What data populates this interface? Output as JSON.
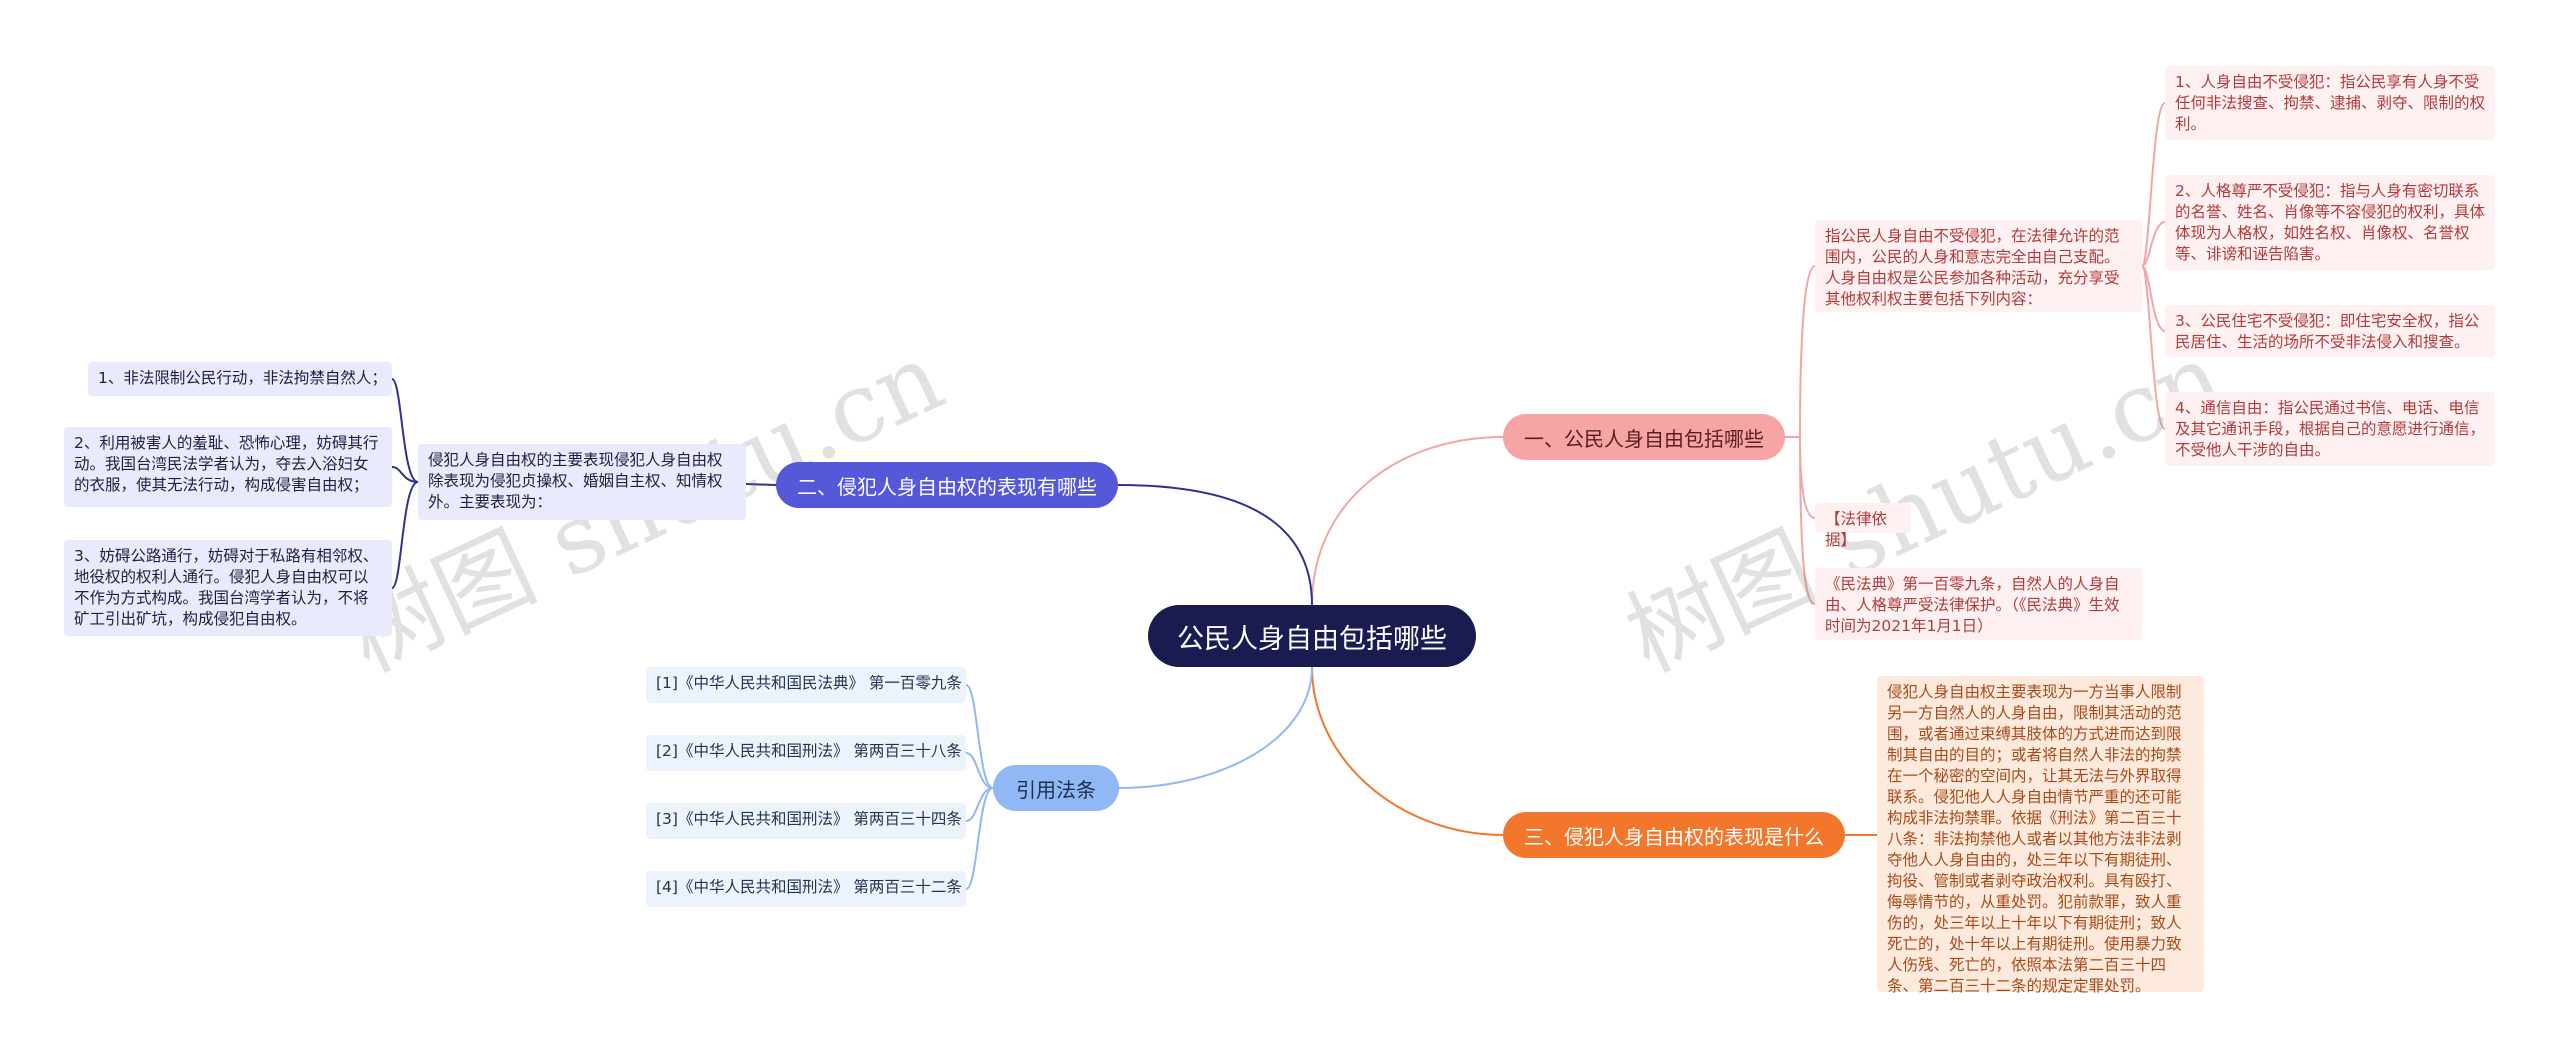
{
  "root": "公民人身自由包括哪些",
  "branches": {
    "b1": "一、公民人身自由包括哪些",
    "b2": "二、侵犯人身自由权的表现有哪些",
    "b3": "三、侵犯人身自由权的表现是什么",
    "b4": "引用法条"
  },
  "right": {
    "intro": "指公民人身自由不受侵犯，在法律允许的范围内，公民的人身和意志完全由自己支配。人身自由权是公民参加各种活动，充分享受其他权利权主要包括下列内容：",
    "items": [
      "1、人身自由不受侵犯：指公民享有人身不受任何非法搜查、拘禁、逮捕、剥夺、限制的权利。",
      "2、人格尊严不受侵犯：指与人身有密切联系的名誉、姓名、肖像等不容侵犯的权利，具体体现为人格权，如姓名权、肖像权、名誉权等、诽谤和诬告陷害。",
      "3、公民住宅不受侵犯：即住宅安全权，指公民居住、生活的场所不受非法侵入和搜查。",
      "4、通信自由：指公民通过书信、电话、电信及其它通讯手段，根据自己的意愿进行通信，不受他人干涉的自由。"
    ],
    "law_tag": "【法律依据】",
    "law_text": "《民法典》第一百零九条，自然人的人身自由、人格尊严受法律保护。（《民法典》生效时间为2021年1月1日）",
    "orange_text": "侵犯人身自由权主要表现为一方当事人限制另一方自然人的人身自由，限制其活动的范围，或者通过束缚其肢体的方式进而达到限制其自由的目的；或者将自然人非法的拘禁在一个秘密的空间内，让其无法与外界取得联系。侵犯他人人身自由情节严重的还可能构成非法拘禁罪。依据《刑法》第二百三十八条：非法拘禁他人或者以其他方法非法剥夺他人人身自由的，处三年以下有期徒刑、拘役、管制或者剥夺政治权利。具有殴打、侮辱情节的，从重处罚。犯前款罪，致人重伤的，处三年以上十年以下有期徒刑；致人死亡的，处十年以上有期徒刑。使用暴力致人伤残、死亡的，依照本法第二百三十四条、第二百三十二条的规定定罪处罚。"
  },
  "left": {
    "main": "侵犯人身自由权的主要表现侵犯人身自由权除表现为侵犯贞操权、婚姻自主权、知情权外。主要表现为：",
    "items": [
      "1、非法限制公民行动，非法拘禁自然人；",
      "2、利用被害人的羞耻、恐怖心理，妨碍其行动。我国台湾民法学者认为，夺去入浴妇女的衣服，使其无法行动，构成侵害自由权；",
      "3、妨碍公路通行，妨碍对于私路有相邻权、地役权的权利人通行。侵犯人身自由权可以不作为方式构成。我国台湾学者认为，不将矿工引出矿坑，构成侵犯自由权。"
    ]
  },
  "citations": [
    "[1]《中华人民共和国民法典》 第一百零九条",
    "[2]《中华人民共和国刑法》 第两百三十八条",
    "[3]《中华人民共和国刑法》 第两百三十四条",
    "[4]《中华人民共和国刑法》 第两百三十二条"
  ],
  "watermark": "树图 shutu.cn",
  "colors": {
    "root": "#1a1b50",
    "branch1": "#f6a4a4",
    "branch2": "#5558d8",
    "branch3": "#f2772c",
    "branch4": "#8fb8f5"
  }
}
